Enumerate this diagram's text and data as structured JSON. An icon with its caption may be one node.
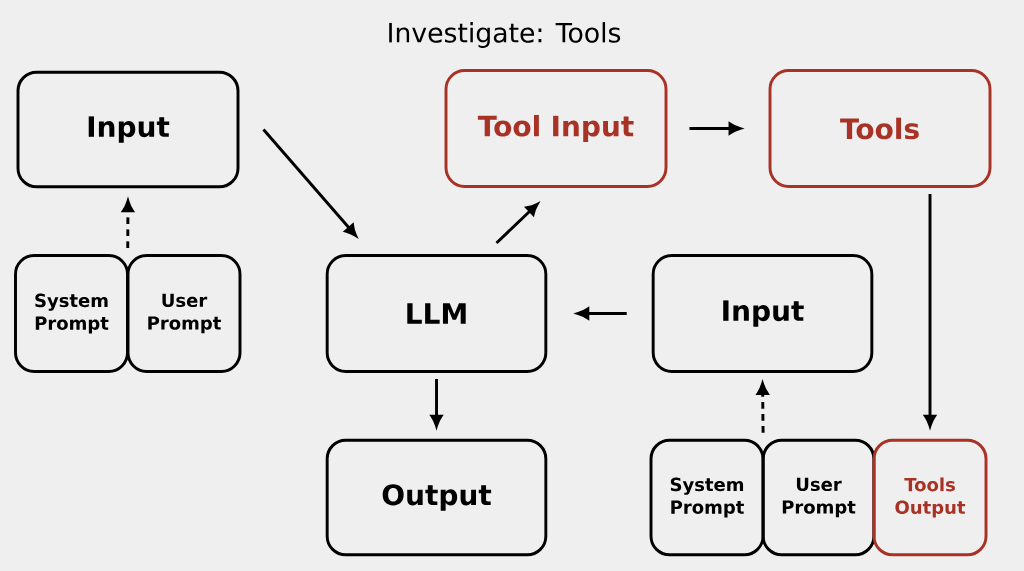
{
  "diagram": {
    "title": "Investigate: Tools",
    "nodes": [
      {
        "text": [
          "Input"
        ]
      },
      {
        "text": [
          "System Prompt"
        ]
      },
      {
        "text": [
          "User Prompt"
        ]
      },
      {
        "text": [
          "Tool Input"
        ]
      },
      {
        "text": [
          "Tools"
        ]
      },
      {
        "text": [
          "LLM"
        ]
      },
      {
        "text": [
          "Input"
        ]
      },
      {
        "text": [
          "Output"
        ]
      },
      {
        "text": [
          "System Prompt"
        ]
      },
      {
        "text": [
          "User Prompt"
        ]
      },
      {
        "text": [
          "Tools Output"
        ]
      }
    ],
    "edges": [
      {
        "from": 1,
        "to": 0,
        "arrow": "to",
        "style": "dashed"
      },
      {
        "from": 2,
        "to": 0,
        "arrow": "to",
        "style": "dashed"
      },
      {
        "from": 0,
        "to": 5,
        "arrow": "to"
      },
      {
        "from": 5,
        "to": 3,
        "arrow": "to"
      },
      {
        "from": 3,
        "to": 4,
        "arrow": "to"
      },
      {
        "from": 4,
        "to": 10,
        "arrow": "to"
      },
      {
        "from": 6,
        "to": 5,
        "arrow": "to"
      },
      {
        "from": 5,
        "to": 7,
        "arrow": "to"
      },
      {
        "from": 8,
        "to": 6,
        "arrow": "to",
        "style": "dashed"
      },
      {
        "from": 9,
        "to": 6,
        "arrow": "to",
        "style": "dashed"
      }
    ]
  }
}
